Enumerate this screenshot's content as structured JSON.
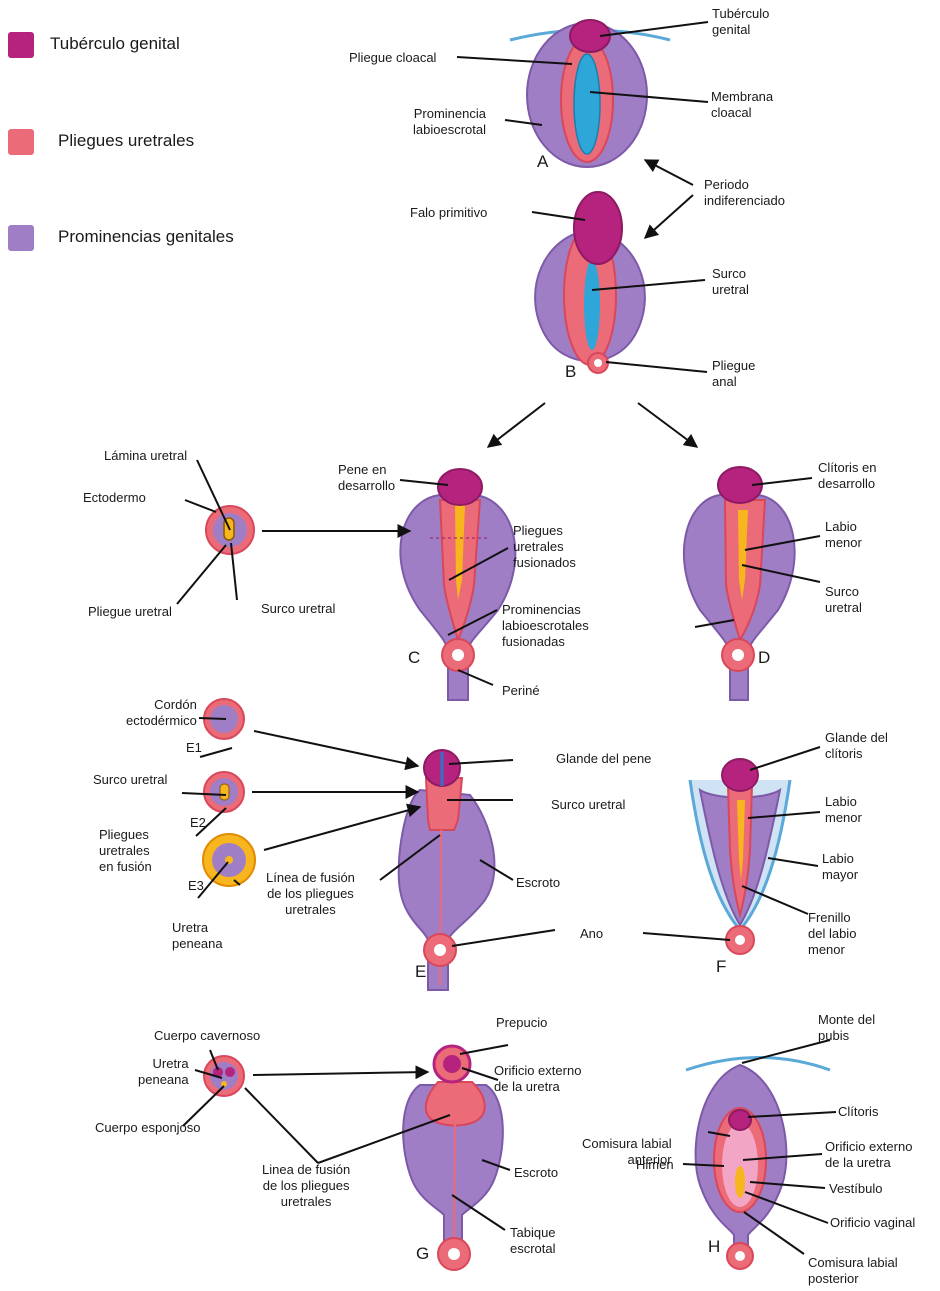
{
  "colors": {
    "tuberculo": "#b5237e",
    "tuberculo_dark": "#8e1a63",
    "pliegue": "#ec6b78",
    "pliegue_edge": "#d8475a",
    "prominencia": "#a07ec6",
    "prominencia_edge": "#7d5aa8",
    "cloaca": "#2ea6d8",
    "surco": "#f7b51e",
    "sky": "#5aa9d9",
    "line": "#111111"
  },
  "legend": [
    {
      "label": "Tubérculo genital",
      "color": "#b5237e"
    },
    {
      "label": "Pliegues uretrales",
      "color": "#ec6b78"
    },
    {
      "label": "Prominencias genitales",
      "color": "#a07ec6"
    }
  ],
  "stages": {
    "A": "A",
    "B": "B",
    "C": "C",
    "D": "D",
    "E": "E",
    "F": "F",
    "G": "G",
    "H": "H",
    "E1": "E1",
    "E2": "E2",
    "E3": "E3"
  },
  "labels": {
    "a_tuberculo": [
      "Tubérculo",
      "genital"
    ],
    "a_pliegue_cloacal": [
      "Pliegue cloacal"
    ],
    "a_membrana": [
      "Membrana",
      "cloacal"
    ],
    "a_prominencia": [
      "Prominencia",
      "labioescrotal"
    ],
    "periodo": [
      "Periodo",
      "indiferenciado"
    ],
    "b_falo": [
      "Falo primitivo"
    ],
    "b_surco": [
      "Surco",
      "uretral"
    ],
    "b_pliegue_anal": [
      "Pliegue",
      "anal"
    ],
    "x_lamina": [
      "Lámina uretral"
    ],
    "x_ectodermo": [
      "Ectodermo"
    ],
    "x_pliegue_uretral": [
      "Pliegue uretral"
    ],
    "x_surco_uretral": [
      "Surco uretral"
    ],
    "c_pene": [
      "Pene en",
      "desarrollo"
    ],
    "c_pliegues": [
      "Pliegues",
      "uretrales",
      "fusionados"
    ],
    "c_prominencias": [
      "Prominencias",
      "labioescrotales",
      "fusionadas"
    ],
    "c_perine": [
      "Periné"
    ],
    "d_clitoris": [
      "Clítoris en",
      "desarrollo"
    ],
    "d_labio_menor": [
      "Labio",
      "menor"
    ],
    "d_surco": [
      "Surco",
      "uretral"
    ],
    "e_cordon": [
      "Cordón",
      "ectodérmico"
    ],
    "e_surco_uretral": [
      "Surco uretral"
    ],
    "e_pliegues_fusion": [
      "Pliegues",
      "uretrales",
      "en fusión"
    ],
    "e_uretra": [
      "Uretra",
      "peneana"
    ],
    "e_linea": [
      "Línea de fusión",
      "de los pliegues",
      "uretrales"
    ],
    "e_glande": [
      "Glande del pene"
    ],
    "e_surco": [
      "Surco uretral"
    ],
    "e_escroto": [
      "Escroto"
    ],
    "e_ano": [
      "Ano"
    ],
    "f_glande": [
      "Glande del",
      "clítoris"
    ],
    "f_labio_menor": [
      "Labio",
      "menor"
    ],
    "f_labio_mayor": [
      "Labio",
      "mayor"
    ],
    "f_frenillo": [
      "Frenillo",
      "del labio",
      "menor"
    ],
    "g_cuerpo_cavernoso": [
      "Cuerpo cavernoso"
    ],
    "g_uretra": [
      "Uretra",
      "peneana"
    ],
    "g_cuerpo_esponjoso": [
      "Cuerpo esponjoso"
    ],
    "g_linea": [
      "Linea de fusión",
      "de los pliegues",
      "uretrales"
    ],
    "g_prepucio": [
      "Prepucio"
    ],
    "g_orificio": [
      "Orificio externo",
      "de la uretra"
    ],
    "g_escroto": [
      "Escroto"
    ],
    "g_tabique": [
      "Tabique",
      "escrotal"
    ],
    "h_monte": [
      "Monte del",
      "pubis"
    ],
    "h_clitoris": [
      "Clítoris"
    ],
    "h_comisura_ant": [
      "Comisura labial",
      "anterior"
    ],
    "h_orificio_uretra": [
      "Orificio externo",
      "de la uretra"
    ],
    "h_himen": [
      "Himen"
    ],
    "h_vestibulo": [
      "Vestíbulo"
    ],
    "h_orificio_vaginal": [
      "Orificio vaginal"
    ],
    "h_comisura_post": [
      "Comisura labial",
      "posterior"
    ]
  }
}
